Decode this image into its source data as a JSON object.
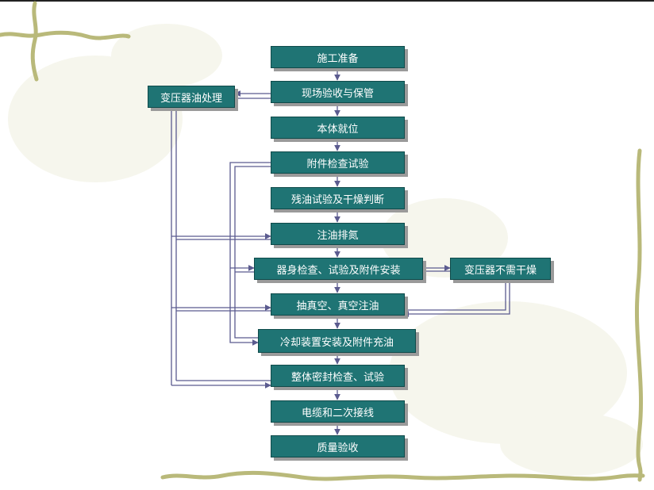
{
  "diagram": {
    "steps": [
      "施工准备",
      "现场验收与保管",
      "本体就位",
      "附件检查试验",
      "残油试验及干燥判断",
      "注油排氮",
      "器身检查、试验及附件安装",
      "抽真空、真空注油",
      "冷却装置安装及附件充油",
      "整体密封检查、试验",
      "电缆和二次接线",
      "质量验收"
    ],
    "side_left": "变压器油处理",
    "side_right": "变压器不需干燥"
  },
  "colors": {
    "box_fill": "#1f7474",
    "box_text": "#ffffff",
    "connector": "#5b5b8f",
    "background": "#ffffff",
    "decor_vine": "#b9b97a"
  }
}
